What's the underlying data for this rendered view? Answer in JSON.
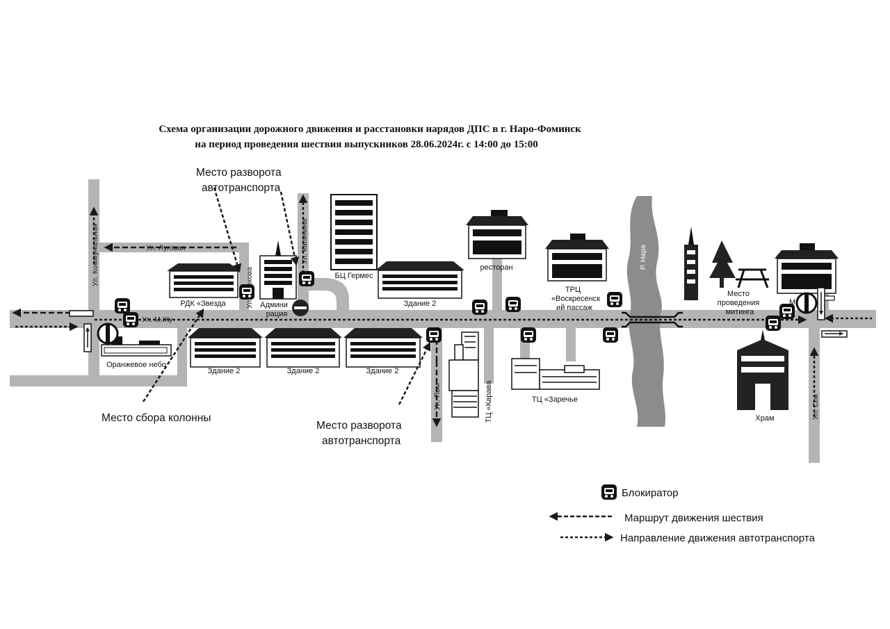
{
  "title": {
    "line1": "Схема организации дорожного движения и расстановки нарядов ДПС в г. Наро-Фоминск",
    "line2": "на период проведения шествия выпускников 28.06.2024г. с 14:00 до 15:00"
  },
  "streets": {
    "kommunalnaya": "Ул. Коммунальная",
    "lugovaya": "Ул. Луговая",
    "main": "Ул. М.Жу",
    "vvodnaya": "Ул. ...ввкова",
    "kalinina": "Ул. Калинина",
    "pomotskaya": "Ул. Пом",
    "sovetskaya": "Ул. Сов",
    "river": "Р. Нара"
  },
  "buildings": {
    "orange_sky": "Оранжевое небо",
    "rdk": "РДК «Звезда",
    "admin": [
      "Админи",
      "рация"
    ],
    "bc_germes": "БЦ Гермес",
    "zdanie": "Здание 2",
    "restaurant": "ресторан",
    "trc": [
      "ТРЦ",
      "«Воскресенск",
      "ий пассаж"
    ],
    "karavan": "ТЦ «Карава",
    "zarechye": "ТЦ «Заречье",
    "miting": [
      "Место",
      "проведения",
      "митинга"
    ],
    "magazin": "Ма          ас",
    "hram": "Храм"
  },
  "callouts": {
    "turn_top": [
      "Место разворота",
      "автотранспорта"
    ],
    "turn_bottom": [
      "Место разворота",
      "автотранспорта"
    ],
    "gather": "Место сбора колонны"
  },
  "legend": {
    "blocker": "Блокиратор",
    "march": "Маршрут движения шествия",
    "traffic": "Направление движения автотранспорта"
  },
  "icons": {
    "blocker": "vehicle-blocker-icon",
    "no_entry": "no-entry-sign-icon",
    "road_closed": "road-closed-sign-icon"
  },
  "colors": {
    "road": "#b4b4b4",
    "river": "#8c8c8c",
    "ink": "#111111",
    "background": "#ffffff"
  }
}
